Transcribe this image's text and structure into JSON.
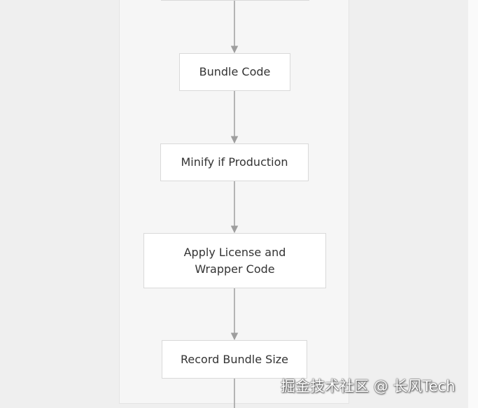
{
  "flowchart": {
    "nodes": [
      {
        "id": "top",
        "label": ""
      },
      {
        "id": "bundle",
        "label": "Bundle Code"
      },
      {
        "id": "minify",
        "label": "Minify if Production"
      },
      {
        "id": "license",
        "label": "Apply License and\nWrapper Code"
      },
      {
        "id": "record",
        "label": "Record Bundle Size"
      }
    ],
    "edges": [
      {
        "from": "top",
        "to": "bundle"
      },
      {
        "from": "bundle",
        "to": "minify"
      },
      {
        "from": "minify",
        "to": "license"
      },
      {
        "from": "license",
        "to": "record"
      },
      {
        "from": "record",
        "to": ""
      }
    ]
  },
  "watermark": "掘金技术社区 @ 长风Tech",
  "colors": {
    "background": "#efefef",
    "panel": "#f6f6f6",
    "node_fill": "#ffffff",
    "node_border": "#d9d9d9",
    "edge": "#9e9e9e",
    "text": "#333333"
  }
}
